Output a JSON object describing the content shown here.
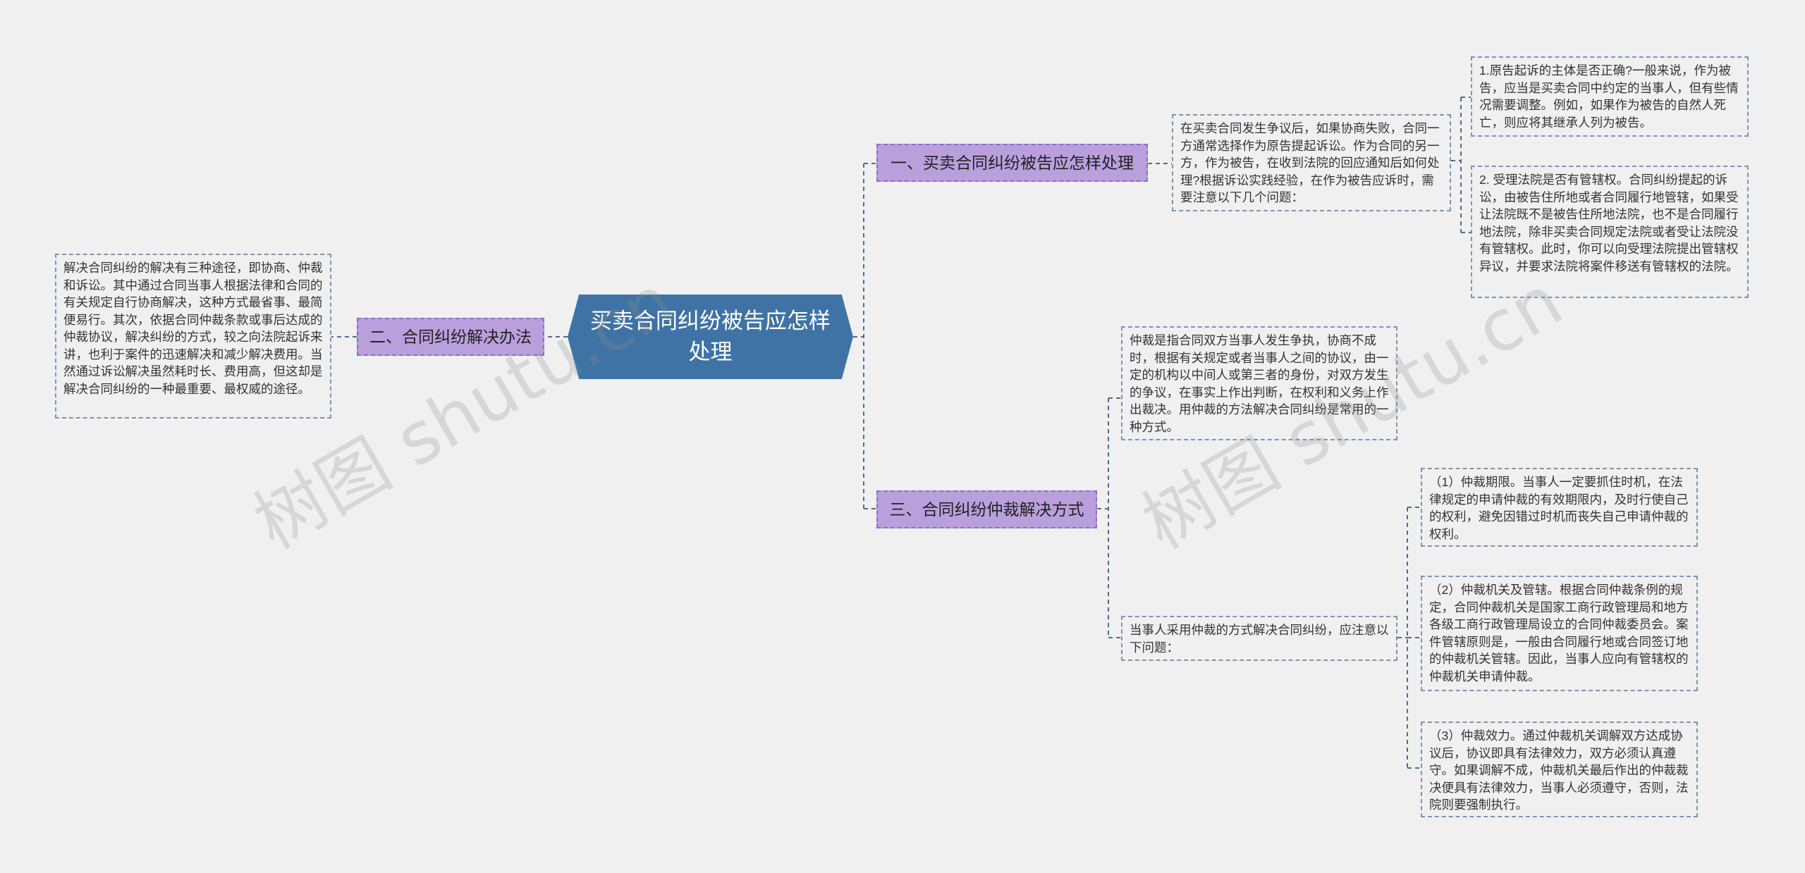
{
  "root": {
    "text": "买卖合同纠纷被告应怎样处理"
  },
  "branches": {
    "b1": "一、买卖合同纠纷被告应怎样处理",
    "b2": "二、合同纠纷解决办法",
    "b3": "三、合同纠纷仲裁解决方式"
  },
  "leaves": {
    "b1_intro": "在买卖合同发生争议后，如果协商失败，合同一方通常选择作为原告提起诉讼。作为合同的另一方，作为被告，在收到法院的回应通知后如何处理?根据诉讼实践经验，在作为被告应诉时，需要注意以下几个问题：",
    "b1_item1": "1.原告起诉的主体是否正确?一般来说，作为被告，应当是买卖合同中约定的当事人，但有些情况需要调整。例如，如果作为被告的自然人死亡，则应将其继承人列为被告。",
    "b1_item2": "2. 受理法院是否有管辖权。合同纠纷提起的诉讼，由被告住所地或者合同履行地管辖，如果受让法院既不是被告住所地法院，也不是合同履行地法院，除非买卖合同规定法院或者受让法院没有管辖权。此时，你可以向受理法院提出管辖权异议，并要求法院将案件移送有管辖权的法院。",
    "b2_text": "解决合同纠纷的解决有三种途径，即协商、仲裁和诉讼。其中通过合同当事人根据法律和合同的有关规定自行协商解决，这种方式最省事、最简便易行。其次，依据合同仲裁条款或事后达成的仲裁协议，解决纠纷的方式，较之向法院起诉来讲，也利于案件的迅速解决和减少解决费用。当然通过诉讼解决虽然耗时长、费用高，但这却是解决合同纠纷的一种最重要、最权威的途径。",
    "b3_def": "仲裁是指合同双方当事人发生争执，协商不成时，根据有关规定或者当事人之间的协议，由一定的机构以中间人或第三者的身份，对双方发生的争议，在事实上作出判断，在权利和义务上作出裁决。用仲裁的方法解决合同纠纷是常用的一种方式。",
    "b3_note": "当事人采用仲裁的方式解决合同纠纷，应注意以下问题：",
    "b3_item1": "（1）仲裁期限。当事人一定要抓住时机，在法律规定的申请仲裁的有效期限内，及时行使自己的权利，避免因错过时机而丧失自己申请仲裁的权利。",
    "b3_item2": "（2）仲裁机关及管辖。根据合同仲裁条例的规定，合同仲裁机关是国家工商行政管理局和地方各级工商行政管理局设立的合同仲裁委员会。案件管辖原则是，一般由合同履行地或合同签订地的仲裁机关管辖。因此，当事人应向有管辖权的仲裁机关申请仲裁。",
    "b3_item3": "（3）仲裁效力。通过仲裁机关调解双方达成协议后，协议即具有法律效力，双方必须认真遵守。如果调解不成，仲裁机关最后作出的仲裁裁决便具有法律效力，当事人必须遵守，否则，法院则要强制执行。"
  },
  "watermarks": [
    "树图 shutu.cn",
    "树图 shutu.cn"
  ],
  "colors": {
    "root": "#3f73a6",
    "branch": "#b9a0dd",
    "connector": "#4f6d8c",
    "background": "#f0f0f0"
  }
}
